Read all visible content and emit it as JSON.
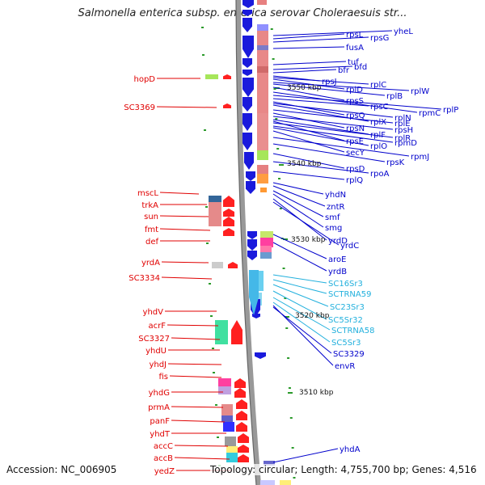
{
  "title": "Salmonella enterica subsp. enterica serovar Choleraesuis str...",
  "footer": {
    "accession": "Accession: NC_006905",
    "topology": "Topology: circular; Length: 4,755,700 bp; Genes: 4,516"
  },
  "colors": {
    "left_label": "#e00000",
    "right_label": "#0000cc",
    "rna_label": "#22b0dd",
    "backbone": "#999999",
    "tick": "#2a9a2a"
  },
  "scale_labels": [
    "3550 kbp",
    "3540 kbp",
    "3530 kbp",
    "3520 kbp",
    "3510 kbp"
  ],
  "left_genes": [
    "hopD",
    "SC3369",
    "mscL",
    "trkA",
    "sun",
    "fmt",
    "def",
    "yrdA",
    "SC3334",
    "yhdV",
    "acrF",
    "SC3327",
    "yhdU",
    "yhdJ",
    "fis",
    "yhdG",
    "prmA",
    "panF",
    "yhdT",
    "accC",
    "accB",
    "yedZ"
  ],
  "right_genes": [
    "yheL",
    "rpsL",
    "rpsG",
    "fusA",
    "tuf",
    "bfd",
    "bfr",
    "rplC",
    "rpsJ",
    "rplD",
    "rplW",
    "rplB",
    "rpsS",
    "rpmC",
    "rplP",
    "rpsC",
    "rplN",
    "rpsQ",
    "rplX",
    "rplE",
    "rpsN",
    "rpsH",
    "rplF",
    "rplR",
    "rpsE",
    "rpmD",
    "rplO",
    "secY",
    "rpmJ",
    "rpsK",
    "rpsD",
    "rpoA",
    "rplQ",
    "yhdN",
    "zntR",
    "smf",
    "smg",
    "yrdC",
    "yrdD",
    "aroE",
    "yrdB",
    "envR",
    "SC3329",
    "yhdA"
  ],
  "rna_genes": [
    "SC16Sr3",
    "SCTRNA59",
    "SC23Sr3",
    "SC5Sr32",
    "SCTRNA58",
    "SC5Sr3"
  ]
}
